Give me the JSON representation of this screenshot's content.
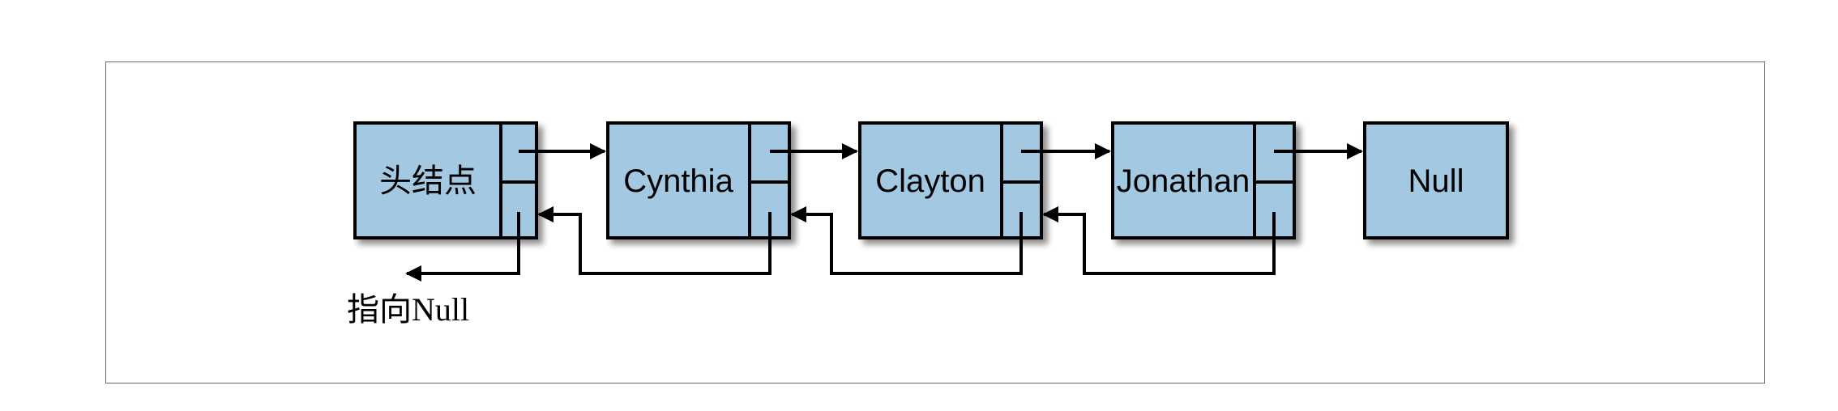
{
  "diagram": {
    "nodes": [
      {
        "label": "头结点"
      },
      {
        "label": "Cynthia"
      },
      {
        "label": "Clayton"
      },
      {
        "label": "Jonathan"
      },
      {
        "label": "Null"
      }
    ],
    "null_annotation": "指向Null",
    "colors": {
      "node_fill": "#a3c8e2",
      "stroke": "#000000",
      "frame": "#6b6b6b"
    }
  }
}
